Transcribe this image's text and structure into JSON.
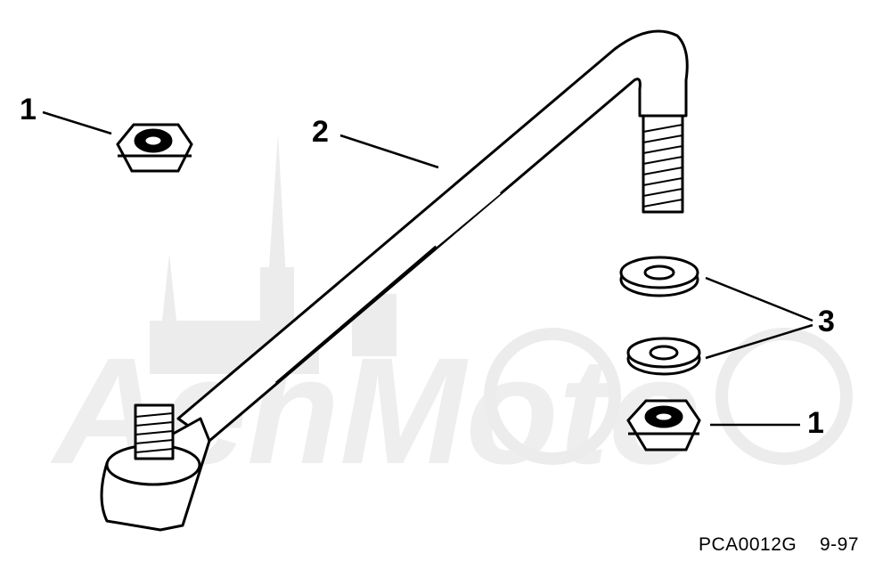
{
  "callouts": {
    "nut_top_left": "1",
    "link_rod": "2",
    "washers": "3",
    "nut_bottom_right": "1"
  },
  "drawing_code": "PCA0012G",
  "date_code": "9-97",
  "watermark": "AehMoto",
  "colors": {
    "ink": "#000000",
    "watermark": "#ececec",
    "paper": "#ffffff"
  }
}
